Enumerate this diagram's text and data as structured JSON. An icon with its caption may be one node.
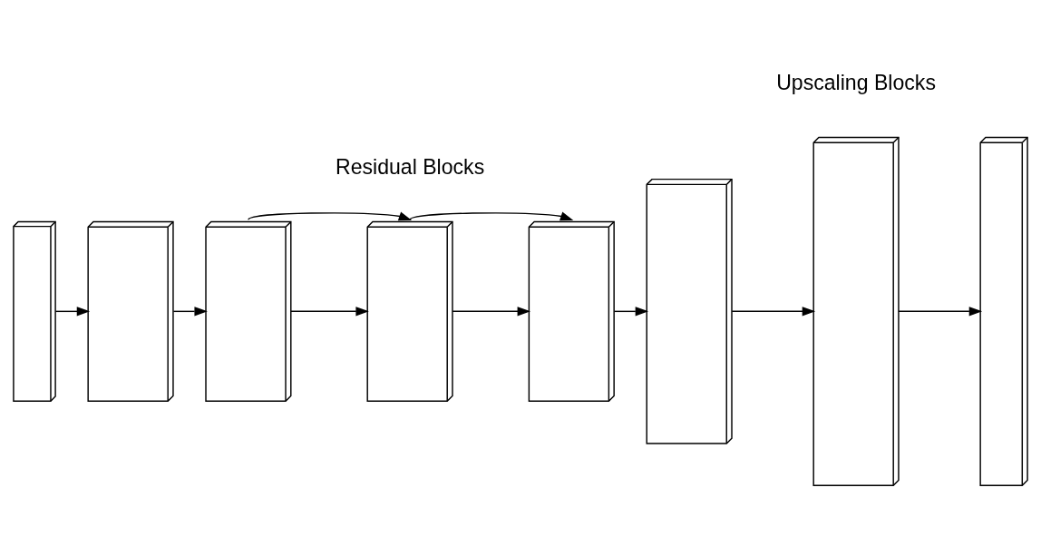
{
  "diagram": {
    "nodes": [
      {
        "text": [],
        "shape": "box"
      },
      {
        "text": [],
        "shape": "box"
      },
      {
        "text": [],
        "shape": "box"
      },
      {
        "text": [],
        "shape": "box"
      },
      {
        "text": [],
        "shape": "box"
      },
      {
        "text": [],
        "shape": "box"
      },
      {
        "text": [],
        "shape": "box"
      },
      {
        "text": [],
        "shape": "box"
      }
    ],
    "edges": [
      {
        "from": 0,
        "to": 1,
        "arrow": "to"
      },
      {
        "from": 1,
        "to": 2,
        "arrow": "to"
      },
      {
        "from": 2,
        "to": 3,
        "arrow": "to"
      },
      {
        "from": 3,
        "to": 4,
        "arrow": "to"
      },
      {
        "from": 4,
        "to": 5,
        "arrow": "to"
      },
      {
        "from": 5,
        "to": 6,
        "arrow": "to"
      },
      {
        "from": 6,
        "to": 7,
        "arrow": "to"
      },
      {
        "from": 2,
        "to": 3,
        "arrow": "to"
      },
      {
        "from": 3,
        "to": 4,
        "arrow": "to"
      }
    ],
    "labels": [
      "Residual Blocks",
      "Upscaling Blocks"
    ]
  }
}
